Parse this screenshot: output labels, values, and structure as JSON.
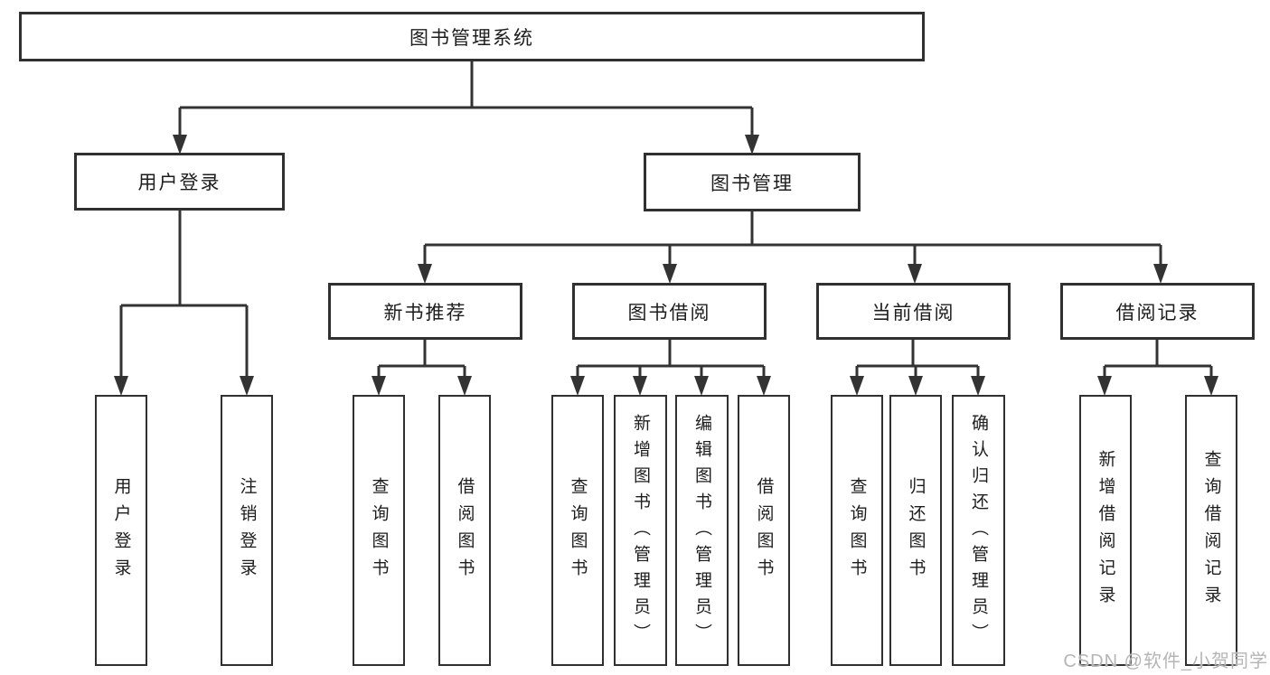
{
  "diagram": {
    "title": "图书管理系统",
    "level2": {
      "user_login": "用户登录",
      "book_mgmt": "图书管理"
    },
    "level3": {
      "new_book_rec": "新书推荐",
      "book_borrow": "图书借阅",
      "current_borrow": "当前借阅",
      "borrow_records": "借阅记录"
    },
    "leaves": {
      "user_login": "用户登录",
      "logout": "注销登录",
      "nbr_query_books": "查询图书",
      "nbr_borrow_books": "借阅图书",
      "bb_query_books": "查询图书",
      "bb_add_books": "新增图书（管理员）",
      "bb_edit_books": "编辑图书（管理员）",
      "bb_borrow_books": "借阅图书",
      "cb_query_books": "查询图书",
      "cb_return_books": "归还图书",
      "cb_confirm_return": "确认归还（管理员）",
      "br_add_record": "新增借阅记录",
      "br_query_record": "查询借阅记录"
    }
  },
  "watermark": "CSDN @软件_小贺同学",
  "colors": {
    "line": "#333333",
    "border": "#303030",
    "text": "#1d1d1d",
    "watermark": "#b5b5b5",
    "background": "#ffffff"
  }
}
